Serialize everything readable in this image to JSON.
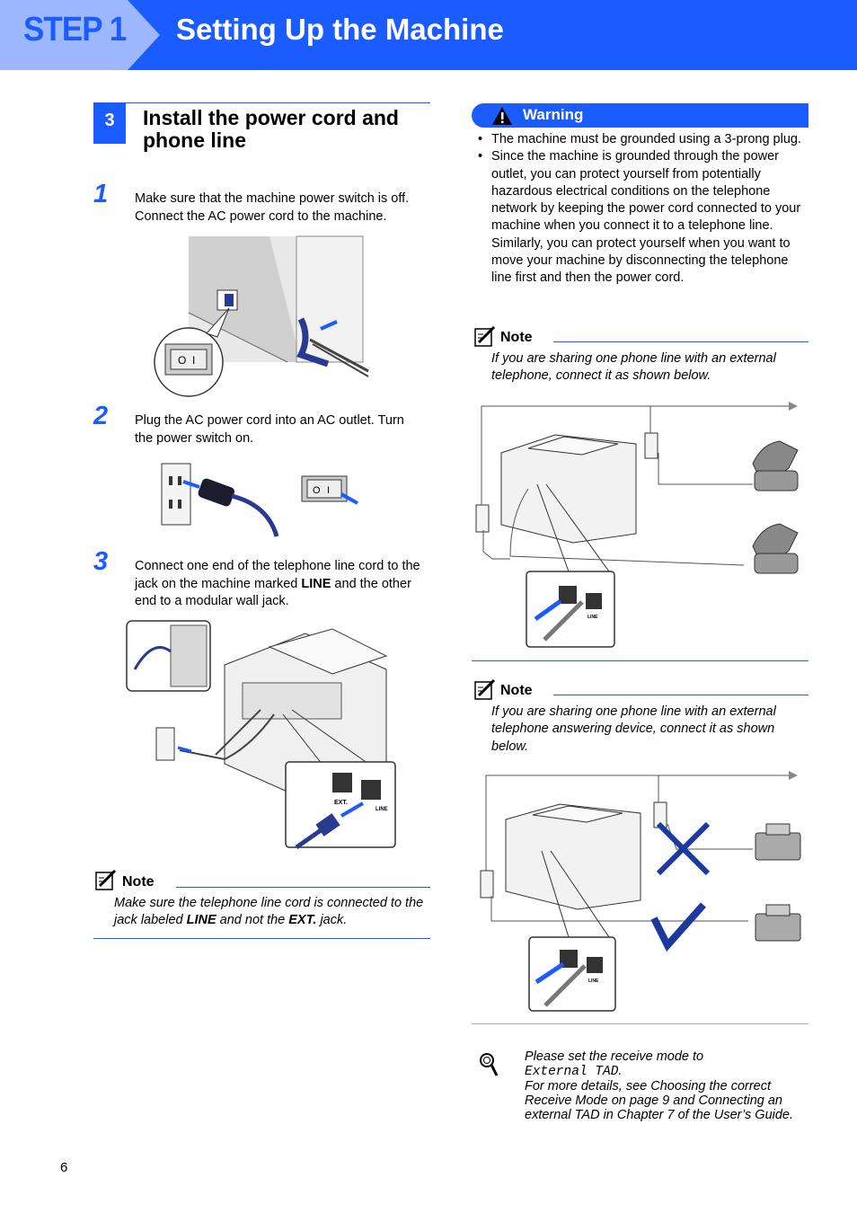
{
  "header": {
    "step_label": "STEP 1",
    "title": "Setting Up the Machine"
  },
  "section": {
    "number": "3",
    "title": "Install the power cord and phone line"
  },
  "steps": [
    {
      "number": "1",
      "text": "Make sure that the machine power switch is off. Connect the AC power cord to the machine."
    },
    {
      "number": "2",
      "text": "Plug the AC power cord into an AC outlet. Turn the power switch on."
    },
    {
      "number": "3",
      "text_pre": "Connect one end of the telephone line cord to the jack on the machine marked ",
      "text_bold": "LINE",
      "text_post": " and the other end to a modular wall jack."
    }
  ],
  "left_note": {
    "label": "Note",
    "pre": "Make sure the telephone line cord is connected to the jack labeled ",
    "bold1": "LINE",
    "mid": " and not the ",
    "bold2": "EXT.",
    "post": " jack."
  },
  "warning": {
    "label": "Warning",
    "items": [
      "The machine must be grounded using a 3-prong plug.",
      "Since the machine is grounded through the power outlet, you can protect yourself from potentially hazardous electrical conditions on the telephone network by keeping the power cord connected to your machine when you connect it to a telephone line. Similarly, you can protect yourself when you want to move your machine by disconnecting the telephone line first and then the power cord."
    ]
  },
  "note_phone": {
    "label": "Note",
    "text": "If you are sharing one phone line with an external telephone, connect it as shown below."
  },
  "note_tad": {
    "label": "Note",
    "text": "If you are sharing one phone line with an external telephone answering device, connect it as shown below."
  },
  "tip": {
    "line1": "Please set the receive mode to",
    "mode": "External TAD",
    "line2": "For more details, see Choosing the correct Receive Mode on page 9 and Connecting an external TAD in Chapter 7 of the User’s Guide."
  },
  "jack_labels": {
    "ext": "EXT.",
    "line": "LINE"
  },
  "page_number": "6",
  "colors": {
    "accent": "#1a5cff",
    "tab": "#9db8ff"
  }
}
